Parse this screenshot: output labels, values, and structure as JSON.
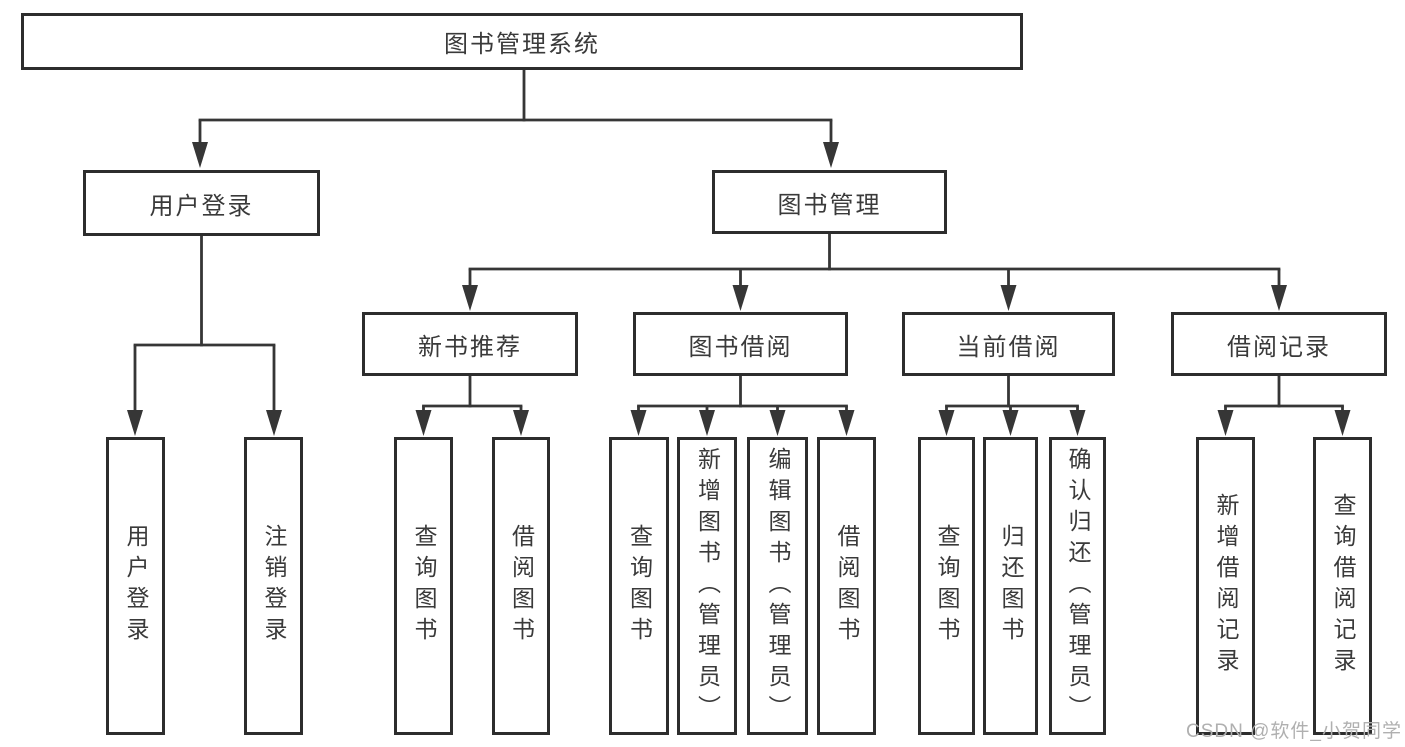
{
  "tree": {
    "root": {
      "label": "图书管理系统"
    },
    "level2": [
      {
        "label": "用户登录",
        "children": [
          {
            "label": "用户登录"
          },
          {
            "label": "注销登录"
          }
        ]
      },
      {
        "label": "图书管理",
        "children": [
          {
            "label": "新书推荐",
            "children": [
              {
                "label": "查询图书"
              },
              {
                "label": "借阅图书"
              }
            ]
          },
          {
            "label": "图书借阅",
            "children": [
              {
                "label": "查询图书"
              },
              {
                "label": "新增图书（管理员）"
              },
              {
                "label": "编辑图书（管理员）"
              },
              {
                "label": "借阅图书"
              }
            ]
          },
          {
            "label": "当前借阅",
            "children": [
              {
                "label": "查询图书"
              },
              {
                "label": "归还图书"
              },
              {
                "label": "确认归还（管理员）"
              }
            ]
          },
          {
            "label": "借阅记录",
            "children": [
              {
                "label": "新增借阅记录"
              },
              {
                "label": "查询借阅记录"
              }
            ]
          }
        ]
      }
    ]
  },
  "watermark": {
    "text": "CSDN @软件_小贺同学"
  },
  "colors": {
    "line": "#363636",
    "box_border": "#2d2d2d",
    "text": "#3a3a3a",
    "watermark": "#b0b0b0",
    "background": "#ffffff"
  }
}
